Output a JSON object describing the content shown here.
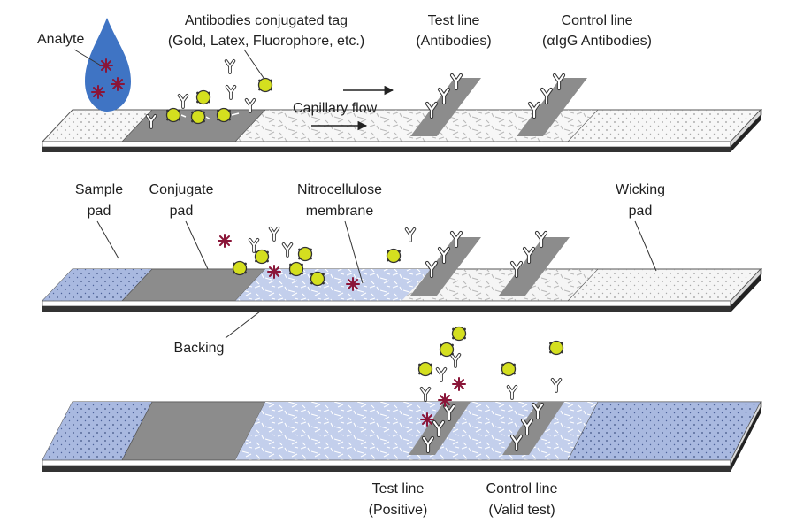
{
  "labels": {
    "analyte": "Analyte",
    "conjugate_tag_1": "Antibodies conjugated tag",
    "conjugate_tag_2": "(Gold, Latex, Fluorophore, etc.)",
    "test_line_1": "Test line",
    "test_line_2": "(Antibodies)",
    "control_line_1": "Control line",
    "control_line_2": "(αIgG Antibodies)",
    "capillary_flow": "Capillary flow",
    "sample_pad_1": "Sample",
    "sample_pad_2": "pad",
    "conjugate_pad_1": "Conjugate",
    "conjugate_pad_2": "pad",
    "nitrocellulose_1": "Nitrocellulose",
    "nitrocellulose_2": "membrane",
    "wicking_pad_1": "Wicking",
    "wicking_pad_2": "pad",
    "backing": "Backing",
    "result_test_1": "Test line",
    "result_test_2": "(Positive)",
    "result_control_1": "Control line",
    "result_control_2": "(Valid test)"
  },
  "colors": {
    "sample_pad": "#a9b9e0",
    "conjugate_pad": "#8c8c8c",
    "membrane": "#f5f5f5",
    "membrane_wet": "#c3cfec",
    "wicking_pad": "#f7f7f7",
    "backing": "#333333",
    "gold_particle": "#d4df1f",
    "analyte": "#8a1538",
    "drop": "#3f74c4",
    "line_band": "#8c8c8c"
  }
}
